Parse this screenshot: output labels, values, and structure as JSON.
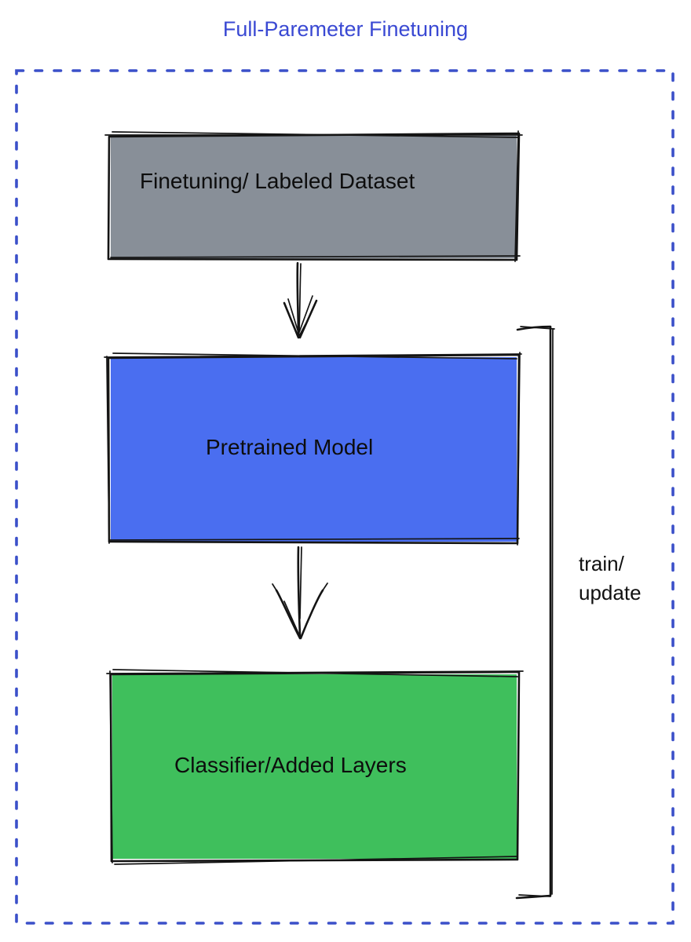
{
  "title": {
    "text": "Full-Paremeter Finetuning"
  },
  "palette": {
    "title_blue": "#3a49d3",
    "outline_blue": "#3b50c9",
    "ink_black": "#141414"
  },
  "container": {
    "style": "dotted-border"
  },
  "boxes": [
    {
      "id": "finetuning-dataset",
      "label": "Finetuning/ Labeled Dataset",
      "color": "#888f98"
    },
    {
      "id": "pretrained-model",
      "label": "Pretrained Model",
      "color": "#4a6ef0"
    },
    {
      "id": "classifier-added-layers",
      "label": "Classifier/Added Layers",
      "color": "#3fbf5c"
    }
  ],
  "arrows": [
    {
      "from": "finetuning-dataset",
      "to": "pretrained-model",
      "direction": "down"
    },
    {
      "from": "pretrained-model",
      "to": "classifier-added-layers",
      "direction": "down"
    }
  ],
  "bracket": {
    "label": [
      "train/",
      "update"
    ],
    "spans": "pretrained-model + classifier-added-layers"
  }
}
